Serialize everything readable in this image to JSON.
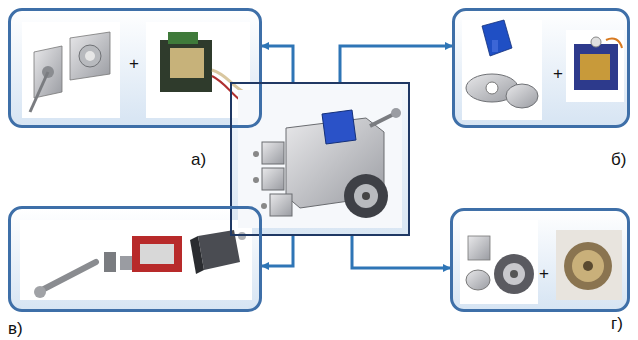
{
  "diagram": {
    "nodes": [
      {
        "text": [
          "+",
          "а)"
        ]
      },
      {
        "text": [
          "+",
          "б)"
        ]
      },
      {
        "text": []
      },
      {
        "text": [
          "в)"
        ]
      },
      {
        "text": [
          "+",
          "г)"
        ]
      }
    ],
    "edges": [
      {
        "from": 2,
        "to": 0,
        "arrow": "to"
      },
      {
        "from": 2,
        "to": 1,
        "arrow": "to"
      },
      {
        "from": 2,
        "to": 3,
        "arrow": "to"
      },
      {
        "from": 2,
        "to": 4,
        "arrow": "to"
      }
    ]
  }
}
